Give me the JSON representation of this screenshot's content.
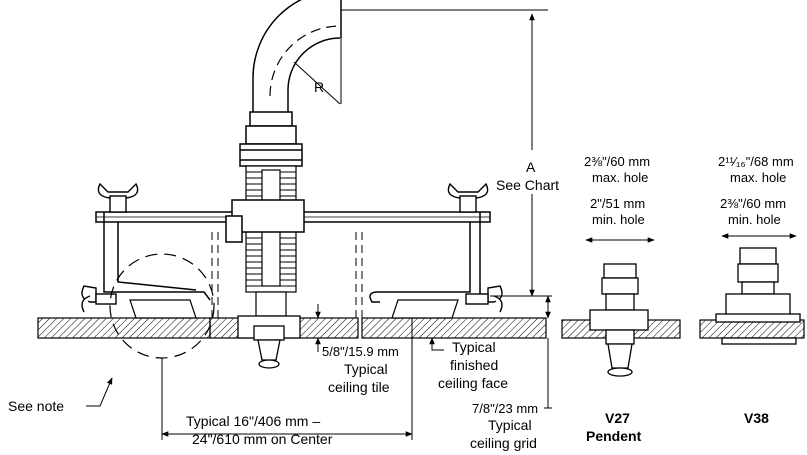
{
  "labels": {
    "radius": "R",
    "dim_a": "A",
    "dim_a_note": "See Chart",
    "see_note": "See note",
    "tile_dim": "5/8\"/15.9 mm",
    "tile_1": "Typical",
    "tile_2": "ceiling tile",
    "finished_1": "Typical",
    "finished_2": "finished",
    "finished_3": "ceiling face",
    "spacing_1": "Typical 16\"/406 mm –",
    "spacing_2": "24\"/610 mm on Center",
    "grid_dim": "7/8\"/23 mm",
    "grid_1": "Typical",
    "grid_2": "ceiling grid"
  },
  "v27": {
    "max_hole": "2⅜\"/60 mm",
    "max_hole_2": "max. hole",
    "min_hole": "2\"/51 mm",
    "min_hole_2": "min. hole",
    "title_1": "V27",
    "title_2": "Pendent"
  },
  "v38": {
    "max_hole": "2¹¹⁄₁₆\"/68 mm",
    "max_hole_2": "max. hole",
    "min_hole": "2⅜\"/60 mm",
    "min_hole_2": "min. hole",
    "title": "V38"
  }
}
